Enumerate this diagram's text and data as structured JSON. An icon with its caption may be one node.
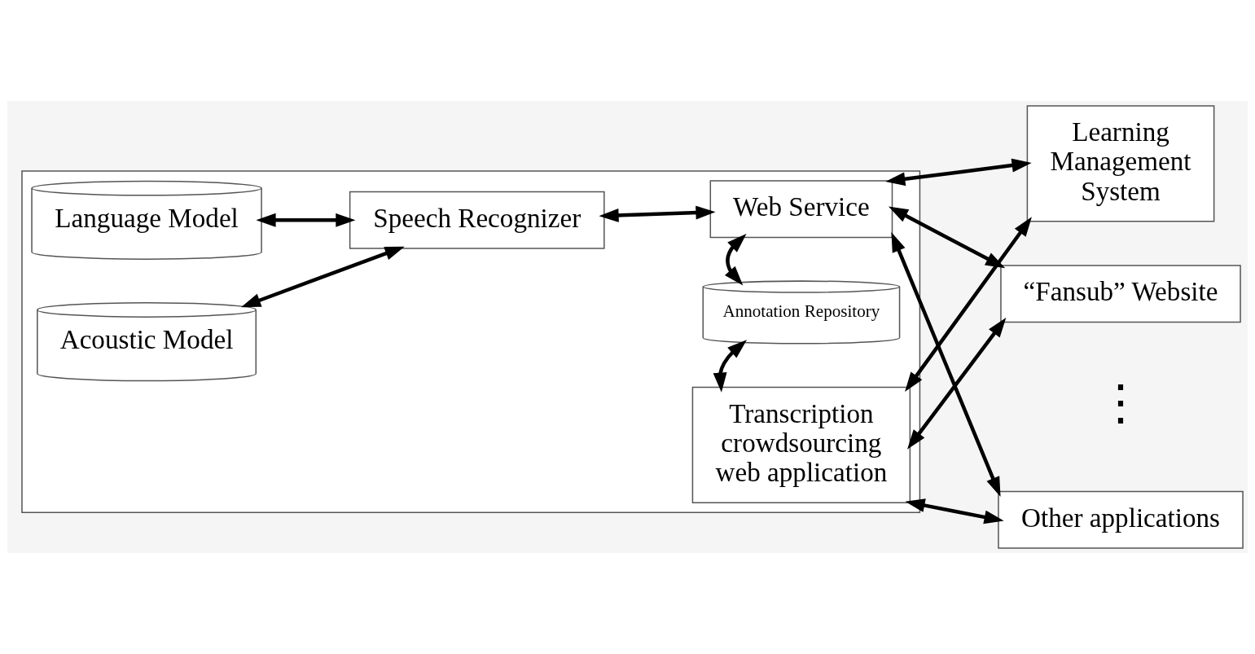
{
  "diagram": {
    "nodes": [
      {
        "text": [],
        "shape": "box"
      },
      {
        "text": [
          "Language Model"
        ],
        "in": 0
      },
      {
        "text": [
          "Web Service"
        ],
        "in": 0
      },
      {
        "text": [
          "Speech Recognizer"
        ],
        "in": 0
      },
      {
        "text": [
          "Annotation Repository"
        ],
        "in": 0
      },
      {
        "text": [
          "Acoustic Model"
        ],
        "in": 0
      },
      {
        "text": [
          "Transcription crowdsourcing web application"
        ],
        "in": 0
      },
      {
        "text": [
          "Learning Management System"
        ]
      },
      {
        "text": [
          "“Fansub” Website"
        ]
      },
      {
        "text": [
          "Other applications"
        ]
      }
    ],
    "edges": [
      {
        "from": 1,
        "to": 3,
        "arrow": "both"
      },
      {
        "from": 5,
        "to": 3,
        "arrow": "both"
      },
      {
        "from": 3,
        "to": 2,
        "arrow": "both"
      },
      {
        "from": 2,
        "to": 4,
        "arrow": "both"
      },
      {
        "from": 4,
        "to": 6,
        "arrow": "both"
      },
      {
        "from": 2,
        "to": 7,
        "arrow": "both"
      },
      {
        "from": 2,
        "to": 8,
        "arrow": "both"
      },
      {
        "from": 2,
        "to": 9,
        "arrow": "both"
      },
      {
        "from": 6,
        "to": 7,
        "arrow": "both"
      },
      {
        "from": 6,
        "to": 8,
        "arrow": "both"
      },
      {
        "from": 6,
        "to": 9,
        "arrow": "both"
      }
    ],
    "labels": [
      "⋮"
    ]
  }
}
